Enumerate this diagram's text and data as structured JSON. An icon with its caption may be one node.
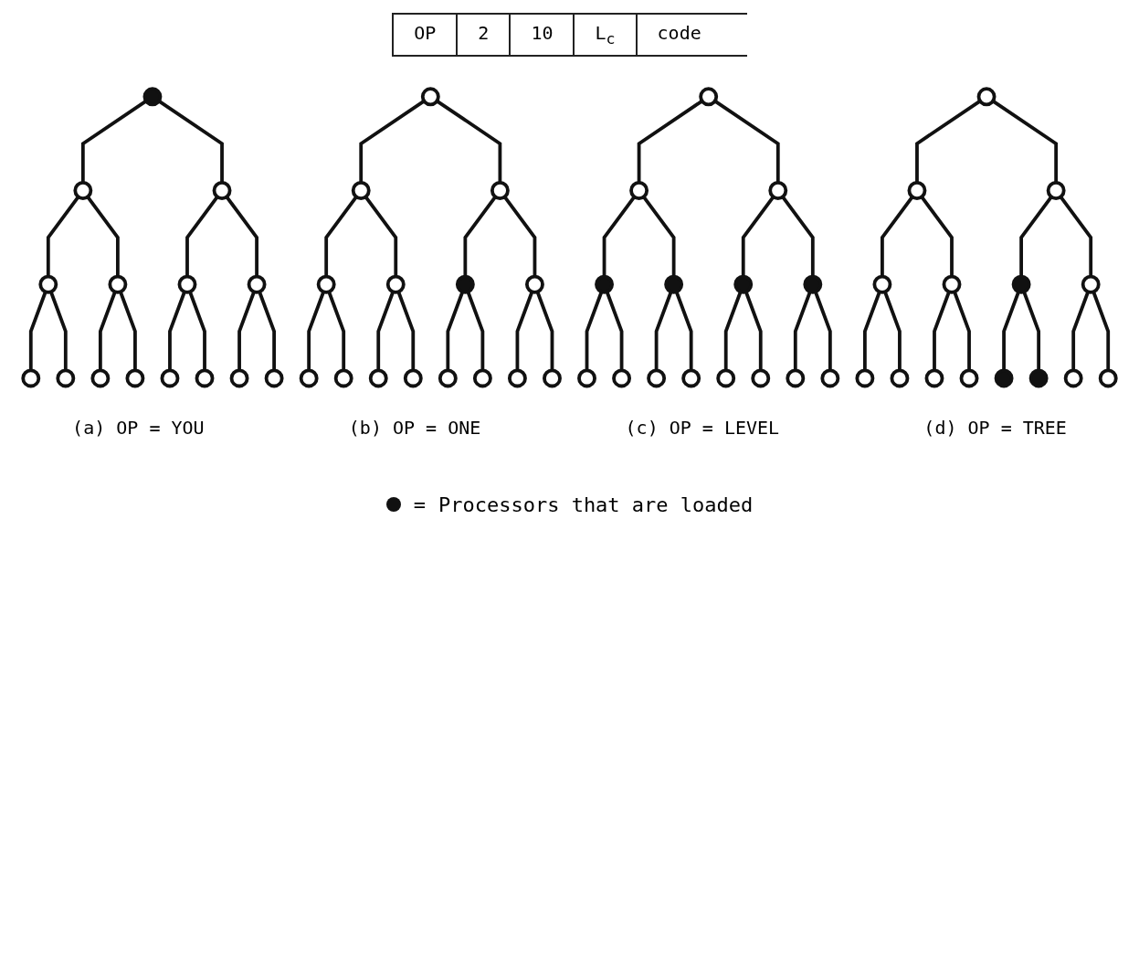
{
  "diagram": {
    "nodes": [
      {
        "text": [],
        "shape": "circle"
      },
      {
        "text": [],
        "shape": "circle"
      },
      {
        "text": [],
        "shape": "circle"
      },
      {
        "text": [],
        "shape": "circle"
      },
      {
        "text": [],
        "shape": "circle"
      },
      {
        "text": [],
        "shape": "circle"
      },
      {
        "text": [],
        "shape": "circle"
      },
      {
        "text": [],
        "shape": "circle"
      },
      {
        "text": [],
        "shape": "circle"
      },
      {
        "text": [],
        "shape": "circle"
      },
      {
        "text": [],
        "shape": "circle"
      },
      {
        "text": [],
        "shape": "circle"
      },
      {
        "text": [],
        "shape": "circle"
      },
      {
        "text": [],
        "shape": "circle"
      },
      {
        "text": [],
        "shape": "circle"
      },
      {
        "text": [],
        "shape": "circle"
      },
      {
        "text": [],
        "shape": "circle"
      },
      {
        "text": [],
        "shape": "circle"
      },
      {
        "text": [],
        "shape": "circle"
      },
      {
        "text": [],
        "shape": "circle"
      },
      {
        "text": [],
        "shape": "circle"
      },
      {
        "text": [],
        "shape": "circle"
      },
      {
        "text": [],
        "shape": "circle"
      },
      {
        "text": [],
        "shape": "circle"
      },
      {
        "text": [],
        "shape": "circle"
      },
      {
        "text": [],
        "shape": "circle"
      },
      {
        "text": [],
        "shape": "circle"
      },
      {
        "text": [],
        "shape": "circle"
      },
      {
        "text": [],
        "shape": "circle"
      },
      {
        "text": [],
        "shape": "circle"
      },
      {
        "text": [],
        "shape": "circle"
      },
      {
        "text": [],
        "shape": "circle"
      },
      {
        "text": [],
        "shape": "circle"
      },
      {
        "text": [],
        "shape": "circle"
      },
      {
        "text": [],
        "shape": "circle"
      },
      {
        "text": [],
        "shape": "circle"
      },
      {
        "text": [],
        "shape": "circle"
      },
      {
        "text": [],
        "shape": "circle"
      },
      {
        "text": [],
        "shape": "circle"
      },
      {
        "text": [],
        "shape": "circle"
      },
      {
        "text": [],
        "shape": "circle"
      },
      {
        "text": [],
        "shape": "circle"
      },
      {
        "text": [],
        "shape": "circle"
      },
      {
        "text": [],
        "shape": "circle"
      },
      {
        "text": [],
        "shape": "circle"
      },
      {
        "text": [],
        "shape": "circle"
      },
      {
        "text": [],
        "shape": "circle"
      },
      {
        "text": [],
        "shape": "circle"
      },
      {
        "text": [],
        "shape": "circle"
      },
      {
        "text": [],
        "shape": "circle"
      },
      {
        "text": [],
        "shape": "circle"
      },
      {
        "text": [],
        "shape": "circle"
      },
      {
        "text": [],
        "shape": "circle"
      },
      {
        "text": [],
        "shape": "circle"
      },
      {
        "text": [],
        "shape": "circle"
      },
      {
        "text": [],
        "shape": "circle"
      },
      {
        "text": [],
        "shape": "circle"
      },
      {
        "text": [],
        "shape": "circle"
      },
      {
        "text": [],
        "shape": "circle"
      },
      {
        "text": [],
        "shape": "circle"
      }
    ],
    "edges": [
      {
        "from": 0,
        "to": 1,
        "arrow": "none"
      },
      {
        "from": 0,
        "to": 2,
        "arrow": "none"
      },
      {
        "from": 1,
        "to": 3,
        "arrow": "none"
      },
      {
        "from": 1,
        "to": 4,
        "arrow": "none"
      },
      {
        "from": 2,
        "to": 5,
        "arrow": "none"
      },
      {
        "from": 2,
        "to": 6,
        "arrow": "none"
      },
      {
        "from": 3,
        "to": 7,
        "arrow": "none"
      },
      {
        "from": 3,
        "to": 8,
        "arrow": "none"
      },
      {
        "from": 4,
        "to": 9,
        "arrow": "none"
      },
      {
        "from": 4,
        "to": 10,
        "arrow": "none"
      },
      {
        "from": 5,
        "to": 11,
        "arrow": "none"
      },
      {
        "from": 5,
        "to": 12,
        "arrow": "none"
      },
      {
        "from": 6,
        "to": 13,
        "arrow": "none"
      },
      {
        "from": 6,
        "to": 14,
        "arrow": "none"
      },
      {
        "from": 15,
        "to": 16,
        "arrow": "none"
      },
      {
        "from": 15,
        "to": 17,
        "arrow": "none"
      },
      {
        "from": 16,
        "to": 18,
        "arrow": "none"
      },
      {
        "from": 16,
        "to": 19,
        "arrow": "none"
      },
      {
        "from": 17,
        "to": 20,
        "arrow": "none"
      },
      {
        "from": 17,
        "to": 21,
        "arrow": "none"
      },
      {
        "from": 18,
        "to": 22,
        "arrow": "none"
      },
      {
        "from": 18,
        "to": 23,
        "arrow": "none"
      },
      {
        "from": 19,
        "to": 24,
        "arrow": "none"
      },
      {
        "from": 19,
        "to": 25,
        "arrow": "none"
      },
      {
        "from": 20,
        "to": 26,
        "arrow": "none"
      },
      {
        "from": 20,
        "to": 27,
        "arrow": "none"
      },
      {
        "from": 21,
        "to": 28,
        "arrow": "none"
      },
      {
        "from": 21,
        "to": 29,
        "arrow": "none"
      },
      {
        "from": 30,
        "to": 31,
        "arrow": "none"
      },
      {
        "from": 30,
        "to": 32,
        "arrow": "none"
      },
      {
        "from": 31,
        "to": 33,
        "arrow": "none"
      },
      {
        "from": 31,
        "to": 34,
        "arrow": "none"
      },
      {
        "from": 32,
        "to": 35,
        "arrow": "none"
      },
      {
        "from": 32,
        "to": 36,
        "arrow": "none"
      },
      {
        "from": 33,
        "to": 37,
        "arrow": "none"
      },
      {
        "from": 33,
        "to": 38,
        "arrow": "none"
      },
      {
        "from": 34,
        "to": 39,
        "arrow": "none"
      },
      {
        "from": 34,
        "to": 40,
        "arrow": "none"
      },
      {
        "from": 35,
        "to": 41,
        "arrow": "none"
      },
      {
        "from": 35,
        "to": 42,
        "arrow": "none"
      },
      {
        "from": 36,
        "to": 43,
        "arrow": "none"
      },
      {
        "from": 36,
        "to": 44,
        "arrow": "none"
      },
      {
        "from": 45,
        "to": 46,
        "arrow": "none"
      },
      {
        "from": 45,
        "to": 47,
        "arrow": "none"
      },
      {
        "from": 46,
        "to": 48,
        "arrow": "none"
      },
      {
        "from": 46,
        "to": 49,
        "arrow": "none"
      },
      {
        "from": 47,
        "to": 50,
        "arrow": "none"
      },
      {
        "from": 47,
        "to": 51,
        "arrow": "none"
      },
      {
        "from": 48,
        "to": 52,
        "arrow": "none"
      },
      {
        "from": 48,
        "to": 53,
        "arrow": "none"
      },
      {
        "from": 49,
        "to": 54,
        "arrow": "none"
      },
      {
        "from": 49,
        "to": 55,
        "arrow": "none"
      },
      {
        "from": 50,
        "to": 56,
        "arrow": "none"
      },
      {
        "from": 50,
        "to": 57,
        "arrow": "none"
      },
      {
        "from": 51,
        "to": 58,
        "arrow": "none"
      },
      {
        "from": 51,
        "to": 59,
        "arrow": "none"
      }
    ],
    "labels": [
      "OP",
      "2",
      "10",
      "L$_{c}$",
      "code",
      "(a) OP = YOU",
      "(b) OP = ONE",
      "(c) OP = LEVEL",
      "(d) OP = TREE",
      "="
    ],
    "legend": [
      {
        "text": "Processors that are loaded",
        "color": "#111111"
      }
    ]
  }
}
